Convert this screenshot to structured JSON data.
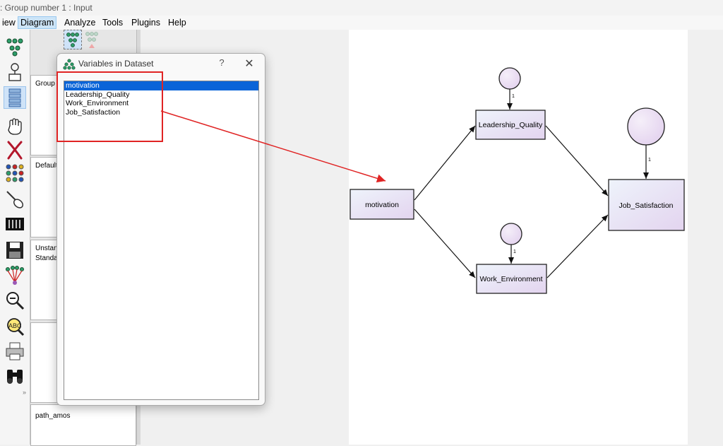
{
  "window": {
    "title": ": Group number 1 : Input"
  },
  "menu": [
    "iew",
    "Diagram",
    "Analyze",
    "Tools",
    "Plugins",
    "Help"
  ],
  "menu_active": "Diagram",
  "toolbar_tools": [
    "observed-variables-icon",
    "latent-variable-icon",
    "list-variables-icon",
    "hand-icon",
    "erase-icon",
    "properties-icon",
    "pointer-icon",
    "chart-icon",
    "save-icon",
    "fan-icon",
    "zoom-out-icon",
    "spellcheck-icon",
    "print-icon",
    "binoculars-icon"
  ],
  "toolbar_expand": "»",
  "panels": {
    "group": "Group",
    "default": "Default",
    "unstandardized": "Unstan",
    "standardized": "Standa",
    "file": "path_amos"
  },
  "dialog": {
    "title": "Variables in Dataset",
    "help": "?",
    "close": "✕",
    "variables": [
      "motivation",
      "Leadership_Quality",
      "Work_Environment",
      "Job_Satisfaction"
    ],
    "selected": "motivation"
  },
  "diagram": {
    "nodes": {
      "motivation": "motivation",
      "leadership": "Leadership_Quality",
      "work": "Work_Environment",
      "job": "Job_Satisfaction"
    },
    "error_path_labels": {
      "leadership": "1",
      "work": "1",
      "job": "1"
    }
  },
  "colors": {
    "highlight": "#e02424",
    "arrow": "#e02424",
    "selected": "#0a64d8",
    "node_fill_start": "#eef3fb",
    "node_fill_end": "#e3d4ef"
  }
}
